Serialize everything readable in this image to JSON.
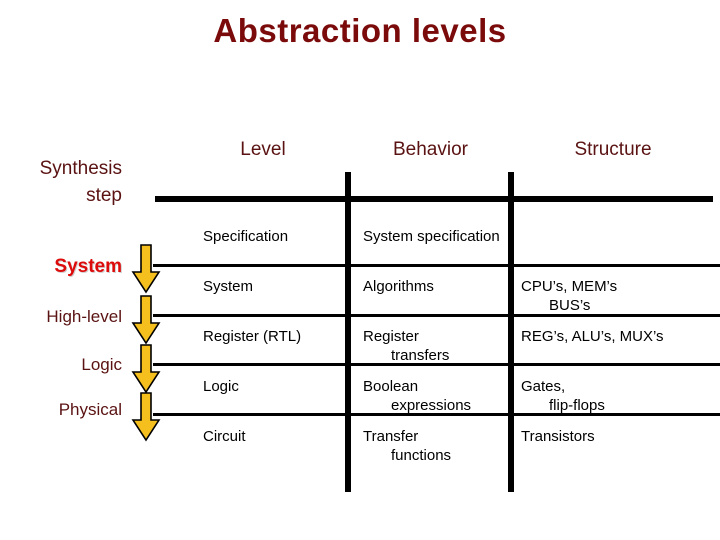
{
  "slide": {
    "title": "Abstraction levels",
    "title_color": "#7B0A0A",
    "background_color": "#FFFFFF"
  },
  "left_column": {
    "header_line1": "Synthesis",
    "header_line2": "step",
    "header_color": "#5A1212",
    "accent_color": "#DD0B0B",
    "arrow_color": "#F5C01E",
    "arrow_icon": "arrow-down-icon",
    "steps": [
      {
        "label": "System",
        "accent": true
      },
      {
        "label": "High-level",
        "accent": false
      },
      {
        "label": "Logic",
        "accent": false
      },
      {
        "label": "Physical",
        "accent": false
      }
    ]
  },
  "table": {
    "headers": [
      "Level",
      "Behavior",
      "Structure"
    ],
    "rows": [
      {
        "level": "Specification",
        "behavior_line1": "System specification",
        "behavior_line2": "",
        "structure_line1": "",
        "structure_line2": ""
      },
      {
        "level": "System",
        "behavior_line1": "Algorithms",
        "behavior_line2": "",
        "structure_line1": "CPU’s, MEM’s",
        "structure_line2": "BUS’s"
      },
      {
        "level": "Register (RTL)",
        "behavior_line1": "Register",
        "behavior_line2": "transfers",
        "structure_line1": "REG’s, ALU’s, MUX’s",
        "structure_line2": ""
      },
      {
        "level": "Logic",
        "behavior_line1": "Boolean",
        "behavior_line2": "expressions",
        "structure_line1": "Gates,",
        "structure_line2": "flip-flops"
      },
      {
        "level": "Circuit",
        "behavior_line1": "Transfer",
        "behavior_line2": "functions",
        "structure_line1": "Transistors",
        "structure_line2": ""
      }
    ]
  }
}
